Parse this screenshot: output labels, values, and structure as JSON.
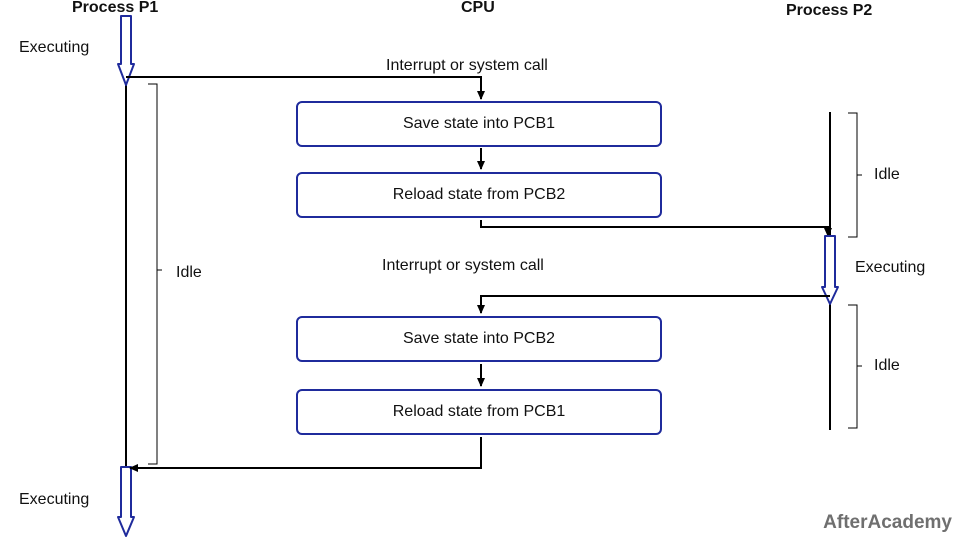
{
  "headers": {
    "p1": "Process P1",
    "cpu": "CPU",
    "p2": "Process P2"
  },
  "labels": {
    "p1_executing_top": "Executing",
    "p1_executing_bottom": "Executing",
    "p1_idle": "Idle",
    "p2_idle_top": "Idle",
    "p2_executing": "Executing",
    "p2_idle_bottom": "Idle",
    "interrupt_1": "Interrupt or system call",
    "interrupt_2": "Interrupt or system call"
  },
  "steps": [
    "Save state into PCB1",
    "Reload state from PCB2",
    "Save state into PCB2",
    "Reload state from PCB1"
  ],
  "brand": "AfterAcademy",
  "colors": {
    "accent": "#1f2b9c",
    "line": "#000000",
    "brand": "#6f6f6f"
  }
}
